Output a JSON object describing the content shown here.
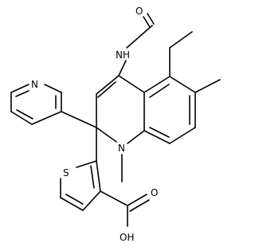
{
  "molecule": {
    "atoms": {
      "formyl_o": "O",
      "amide_n": "NH",
      "pyridine_n": "N",
      "ring_n": "N",
      "thiophene_s": "S",
      "acid_oh": "OH",
      "acid_o": "O"
    },
    "colors": {
      "bond": "#000000",
      "label": "#000000",
      "background": "#ffffff"
    }
  }
}
